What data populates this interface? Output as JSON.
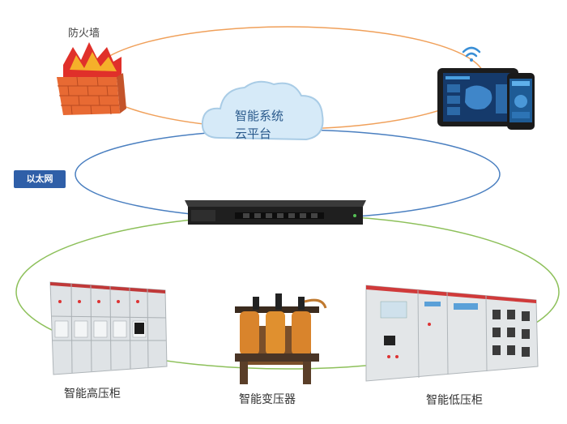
{
  "labels": {
    "firewall": "防火墙",
    "ethernet": "以太网",
    "cloud_line1": "智能系统",
    "cloud_line2": "云平台",
    "hv_cabinet": "智能高压柜",
    "transformer": "智能变压器",
    "lv_cabinet": "智能低压柜"
  },
  "colors": {
    "top_ring": "#f0a05a",
    "middle_ring": "#4a7fc0",
    "bottom_ring": "#8dc05a",
    "ethernet_tag": "#2f5fa8",
    "cloud": "#d6eaf8",
    "firewall_brick": "#e86a33",
    "firewall_flame": "#e0302a"
  },
  "icons": [
    "wifi-icon",
    "cloud-icon",
    "firewall-icon",
    "tablet-icon",
    "phone-icon",
    "switch-icon",
    "hv-cabinet-icon",
    "transformer-icon",
    "lv-cabinet-icon"
  ]
}
